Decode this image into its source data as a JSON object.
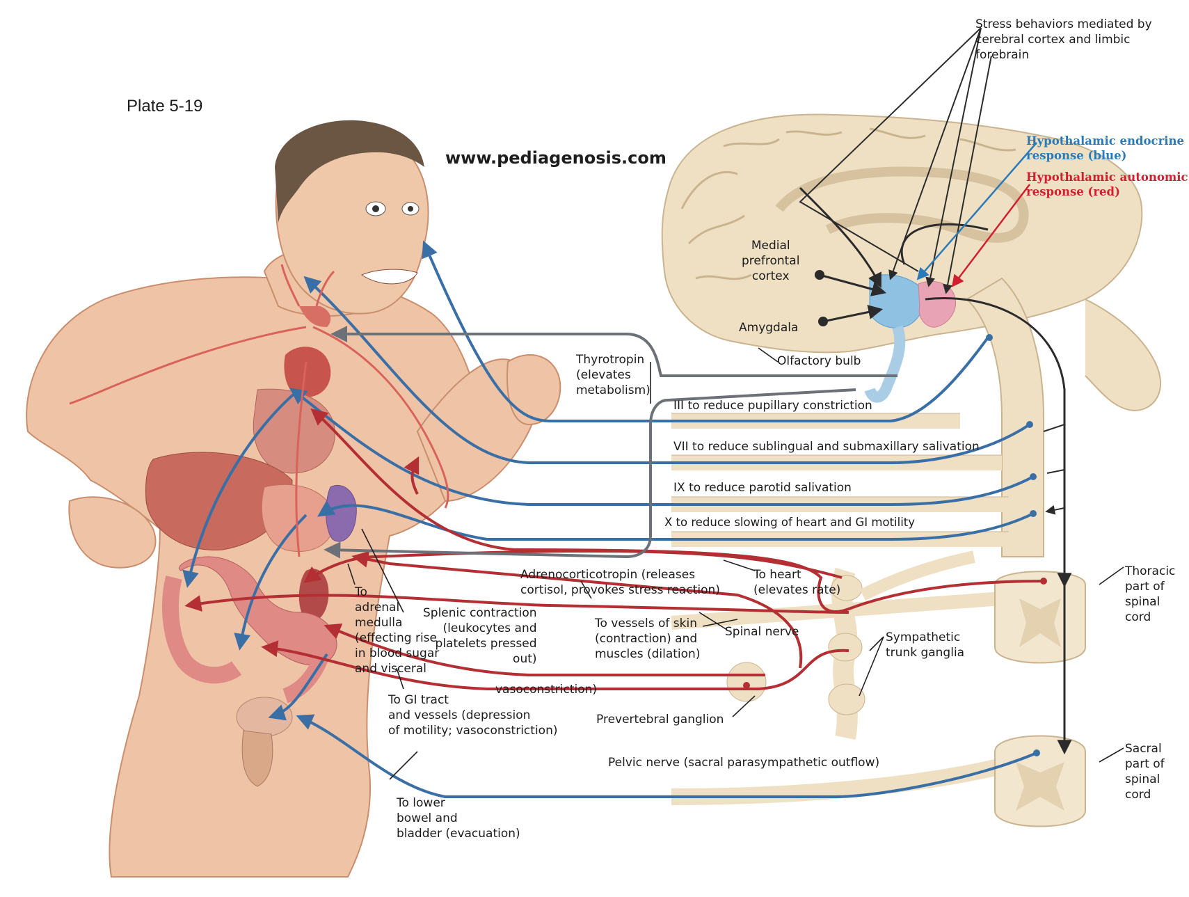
{
  "plate": "Plate 5-19",
  "website": "www.pediagenosis.com",
  "colors": {
    "endocrine": "#2a7ab8",
    "autonomic": "#d11f2f",
    "pathway_blue": "#3a6fa6",
    "pathway_red": "#b32f33",
    "pathway_gray": "#6c7178",
    "pathway_black": "#2b2b2b",
    "nerve_tissue": "#efe0c4",
    "skin": "#eec3a6",
    "organ_red": "#c8544e"
  },
  "labels": {
    "stress_behaviors": "Stress behaviors mediated by\ncerebral cortex and limbic\nforebrain",
    "endocrine_response": "Hypothalamic endocrine\nresponse (blue)",
    "autonomic_response": "Hypothalamic autonomic\nresponse (red)",
    "medial_prefrontal": "Medial\nprefrontal\ncortex",
    "amygdala": "Amygdala",
    "olfactory_bulb": "Olfactory bulb",
    "thyrotropin": "Thyrotropin\n(elevates\nmetabolism)",
    "nerve_iii": "III to reduce pupillary constriction",
    "nerve_vii": "VII to reduce sublingual and submaxillary salivation",
    "nerve_ix": "IX to reduce parotid salivation",
    "nerve_x": "X to reduce slowing of heart and GI motility",
    "adrenocorticotropin": "Adrenocorticotropin (releases\ncortisol, provokes stress reaction)",
    "to_heart": "To heart\n(elevates rate)",
    "thoracic": "Thoracic\npart of\nspinal\ncord",
    "to_adrenal": "To\nadrenal\nmedulla\n(effecting rise\nin blood sugar\nand visceral",
    "vasoconstriction": "vasoconstriction)",
    "splenic": "Splenic contraction\n(leukocytes and\nplatelets pressed\nout)",
    "to_vessels": "To vessels of skin\n(contraction) and\nmuscles (dilation)",
    "spinal_nerve": "Spinal nerve",
    "sympathetic": "Sympathetic\ntrunk ganglia",
    "to_gi": "To GI tract\nand vessels (depression\nof motility; vasoconstriction)",
    "prevertebral": "Prevertebral ganglion",
    "pelvic": "Pelvic nerve (sacral parasympathetic outflow)",
    "sacral": "Sacral\npart of\nspinal\ncord",
    "lower_bowel": "To lower\nbowel and\nbladder (evacuation)"
  }
}
